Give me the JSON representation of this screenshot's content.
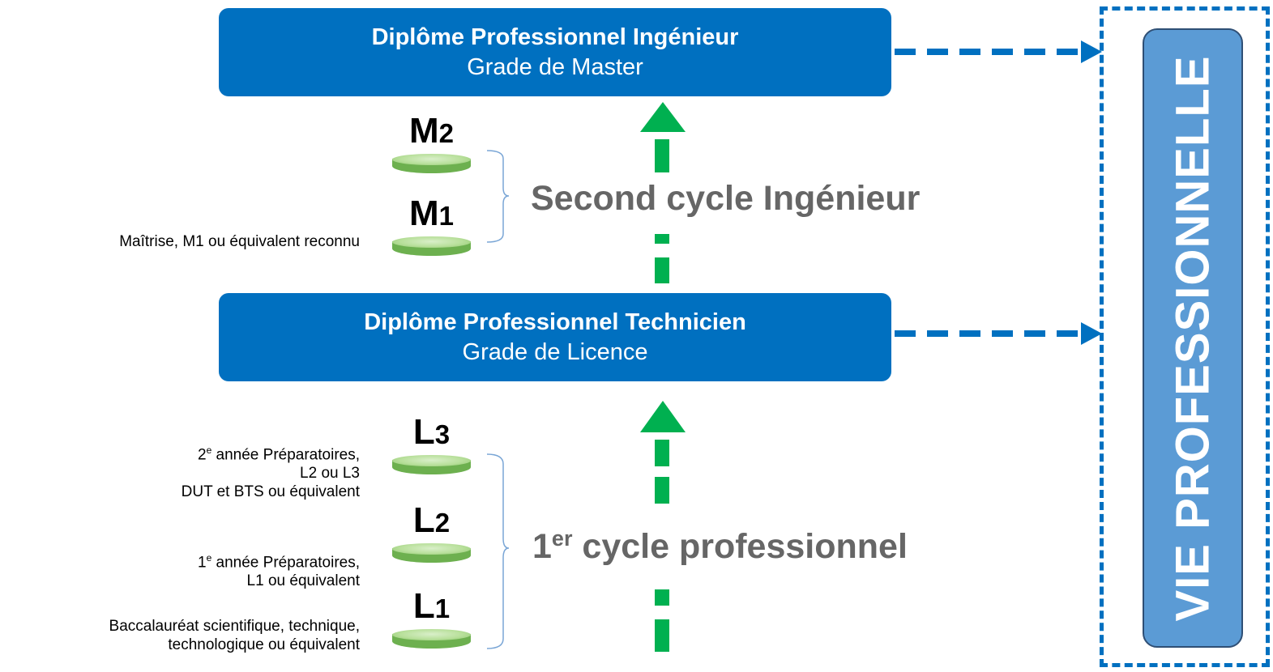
{
  "diplomas": {
    "engineer": {
      "title": "Diplôme Professionnel Ingénieur",
      "grade": "Grade de Master"
    },
    "technician": {
      "title": "Diplôme Professionnel Technicien",
      "grade": "Grade de Licence"
    }
  },
  "levels": {
    "m2": {
      "letter": "M",
      "number": "2"
    },
    "m1": {
      "letter": "M",
      "number": "1"
    },
    "l3": {
      "letter": "L",
      "number": "3"
    },
    "l2": {
      "letter": "L",
      "number": "2"
    },
    "l1": {
      "letter": "L",
      "number": "1"
    }
  },
  "descriptions": {
    "m1": "Maîtrise, M1 ou équivalent reconnu",
    "l3": {
      "line1_num": "2",
      "line1_sup": "e",
      "line1_rest": " année Préparatoires,",
      "line2": "L2 ou L3",
      "line3": "DUT et BTS ou équivalent"
    },
    "l2": {
      "line1_num": "1",
      "line1_sup": "e",
      "line1_rest": " année Préparatoires,",
      "line2": "L1 ou équivalent"
    },
    "l1": {
      "line1": "Baccalauréat scientifique, technique,",
      "line2": "technologique ou équivalent"
    }
  },
  "cycles": {
    "second": "Second cycle Ingénieur",
    "first": {
      "num": "1",
      "sup": "er",
      "rest": " cycle professionnel"
    }
  },
  "vie_professionnelle": "VIE PROFESSIONNELLE",
  "colors": {
    "diploma_blue": "#0070c0",
    "vie_blue": "#5b9bd5",
    "arrow_green": "#00b050",
    "disk_green": "#6db04f",
    "cycle_gray": "#666666"
  }
}
